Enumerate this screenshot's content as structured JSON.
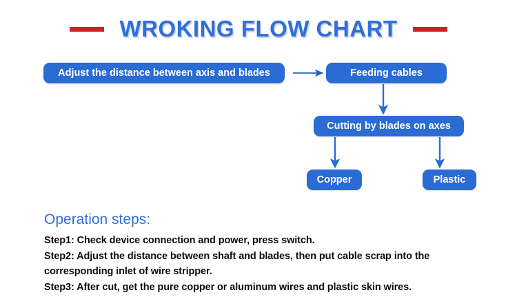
{
  "title": {
    "text": "WROKING FLOW CHART",
    "accent_color": "#cf2222",
    "text_color": "#2f6fd9"
  },
  "flowchart": {
    "node_color": "#2a6bd4",
    "arrow_color": "#2a6bd4",
    "arrow_color_horizontal": "#2a5fbd",
    "nodes": [
      {
        "id": "adjust",
        "label": "Adjust the distance between axis and blades"
      },
      {
        "id": "feeding",
        "label": "Feeding cables"
      },
      {
        "id": "cutting",
        "label": "Cutting by blades on axes"
      },
      {
        "id": "copper",
        "label": "Copper"
      },
      {
        "id": "plastic",
        "label": "Plastic"
      }
    ],
    "edges": [
      {
        "from": "adjust",
        "to": "feeding",
        "direction": "right"
      },
      {
        "from": "feeding",
        "to": "cutting",
        "direction": "down"
      },
      {
        "from": "cutting",
        "to": "copper",
        "direction": "down"
      },
      {
        "from": "cutting",
        "to": "plastic",
        "direction": "down"
      }
    ]
  },
  "operation": {
    "heading": "Operation steps:",
    "steps": [
      "Step1: Check device connection and power, press switch.",
      "Step2: Adjust the distance between shaft and blades, then put cable scrap into the",
      "corresponding inlet of wire stripper.",
      "Step3: After cut, get the pure copper or aluminum wires and plastic skin wires."
    ]
  }
}
